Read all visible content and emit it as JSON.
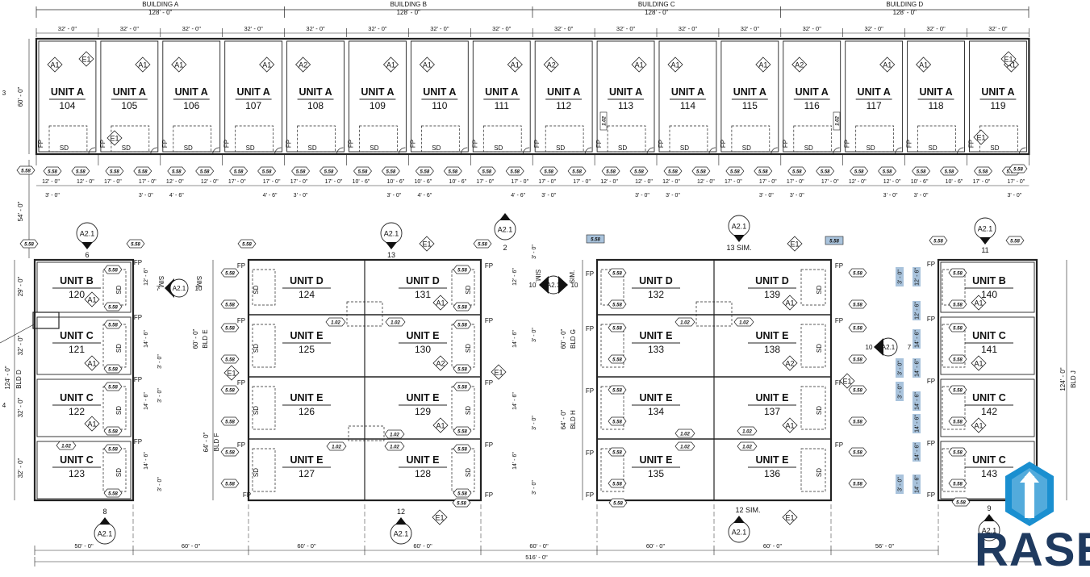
{
  "buildings": [
    {
      "label": "BUILDING A",
      "dim": "128' - 0\""
    },
    {
      "label": "BUILDING B",
      "dim": "128' - 0\""
    },
    {
      "label": "BUILDING C",
      "dim": "128' - 0\""
    },
    {
      "label": "BUILDING D",
      "dim": "128' - 0\""
    }
  ],
  "top_row": {
    "module_dim": "32' - 0\"",
    "depth_dim": "60' - 0\"",
    "gap_dim": "54' - 0\"",
    "units": [
      {
        "type": "UNIT A",
        "num": "104",
        "tag": "A1"
      },
      {
        "type": "UNIT A",
        "num": "105",
        "tag": "A1"
      },
      {
        "type": "UNIT A",
        "num": "106",
        "tag": "A1"
      },
      {
        "type": "UNIT A",
        "num": "107",
        "tag": "A1"
      },
      {
        "type": "UNIT A",
        "num": "108",
        "tag": "A2"
      },
      {
        "type": "UNIT A",
        "num": "109",
        "tag": "A1"
      },
      {
        "type": "UNIT A",
        "num": "110",
        "tag": "A1"
      },
      {
        "type": "UNIT A",
        "num": "111",
        "tag": "A1"
      },
      {
        "type": "UNIT A",
        "num": "112",
        "tag": "A2"
      },
      {
        "type": "UNIT A",
        "num": "113",
        "tag": "A1"
      },
      {
        "type": "UNIT A",
        "num": "114",
        "tag": "A1"
      },
      {
        "type": "UNIT A",
        "num": "115",
        "tag": "A1"
      },
      {
        "type": "UNIT A",
        "num": "116",
        "tag": "A2"
      },
      {
        "type": "UNIT A",
        "num": "117",
        "tag": "A1"
      },
      {
        "type": "UNIT A",
        "num": "118",
        "tag": "A1"
      },
      {
        "type": "UNIT A",
        "num": "119",
        "tag": "A1"
      }
    ],
    "sub_dims": [
      "12' - 0\"",
      "17' - 0\"",
      "12' - 0\"",
      "17' - 0\"",
      "17' - 0\"",
      "10' - 6\"",
      "10' - 6\"",
      "17' - 0\"",
      "17' - 0\"",
      "12' - 0\"",
      "12' - 0\"",
      "17' - 0\"",
      "17' - 0\"",
      "12' - 0\"",
      "10' - 6\"",
      "17' - 0\""
    ],
    "small_dims": [
      "3' - 0\"",
      "3' - 0\"",
      "4' - 6\"",
      "4' - 6\"",
      "3' - 0\"",
      "3' - 0\"",
      "4' - 6\"",
      "4' - 6\"",
      "3' - 0\"",
      "3' - 0\"",
      "3' - 0\"",
      "3' - 0\"",
      "3' - 0\"",
      "3' - 0\"",
      "3' - 0\"",
      "3' - 0\""
    ]
  },
  "labels": {
    "fp": "FP",
    "sd": "SD",
    "sim": "SIM.",
    "tag_558": "5.58",
    "tag_102": "1.02",
    "e1": "E1",
    "a21": "A2.1",
    "left_edge": "3",
    "left_edge2": "4"
  },
  "bottom_blocks": [
    {
      "units": [
        {
          "type": "UNIT B",
          "num": "120"
        },
        {
          "type": "UNIT C",
          "num": "121"
        },
        {
          "type": "UNIT C",
          "num": "122"
        },
        {
          "type": "UNIT C",
          "num": "123"
        }
      ]
    },
    {
      "units": [
        {
          "type": "UNIT D",
          "num": "124"
        },
        {
          "type": "UNIT D",
          "num": "131"
        },
        {
          "type": "UNIT E",
          "num": "125"
        },
        {
          "type": "UNIT E",
          "num": "130"
        },
        {
          "type": "UNIT E",
          "num": "126"
        },
        {
          "type": "UNIT E",
          "num": "129"
        },
        {
          "type": "UNIT E",
          "num": "127"
        },
        {
          "type": "UNIT E",
          "num": "128"
        }
      ]
    },
    {
      "units": [
        {
          "type": "UNIT D",
          "num": "132"
        },
        {
          "type": "UNIT D",
          "num": "139"
        },
        {
          "type": "UNIT E",
          "num": "133"
        },
        {
          "type": "UNIT E",
          "num": "138"
        },
        {
          "type": "UNIT E",
          "num": "134"
        },
        {
          "type": "UNIT E",
          "num": "137"
        },
        {
          "type": "UNIT E",
          "num": "135"
        },
        {
          "type": "UNIT E",
          "num": "136"
        }
      ]
    },
    {
      "units": [
        {
          "type": "UNIT B",
          "num": "140"
        },
        {
          "type": "UNIT C",
          "num": "141"
        },
        {
          "type": "UNIT C",
          "num": "142"
        },
        {
          "type": "UNIT C",
          "num": "143"
        }
      ]
    }
  ],
  "block_side_labels": {
    "bld_d": "BLD D",
    "bld_e": "BLD E",
    "bld_f": "BLD F",
    "bld_g": "BLD G",
    "bld_h": "BLD H",
    "bld_j": "BLD J",
    "d124": "124' - 0\"",
    "d60": "60' - 0\"",
    "d64": "64' - 0\"",
    "d29": "29' - 0\"",
    "d32": "32' - 0\"",
    "d12_6": "12' - 6\"",
    "d14_6": "14' - 6\"",
    "d3": "3' - 0\""
  },
  "callouts": {
    "n6": "6",
    "n13": "13",
    "n2": "2",
    "n13sim": "13 SIM.",
    "n11": "11",
    "n8": "8",
    "n12": "12",
    "n12sim": "12 SIM.",
    "n9": "9",
    "n10": "10",
    "n7": "7"
  },
  "bottom_dims": {
    "segments": [
      "50' - 0\"",
      "60' - 0\"",
      "60' - 0\"",
      "60' - 0\"",
      "60' - 0\"",
      "60' - 0\"",
      "60' - 0\"",
      "56' - 0\""
    ],
    "total": "516' - 0\""
  },
  "logo": {
    "text": "RASE",
    "color": "#1f3a5f",
    "accent": "#1a8fd0"
  }
}
